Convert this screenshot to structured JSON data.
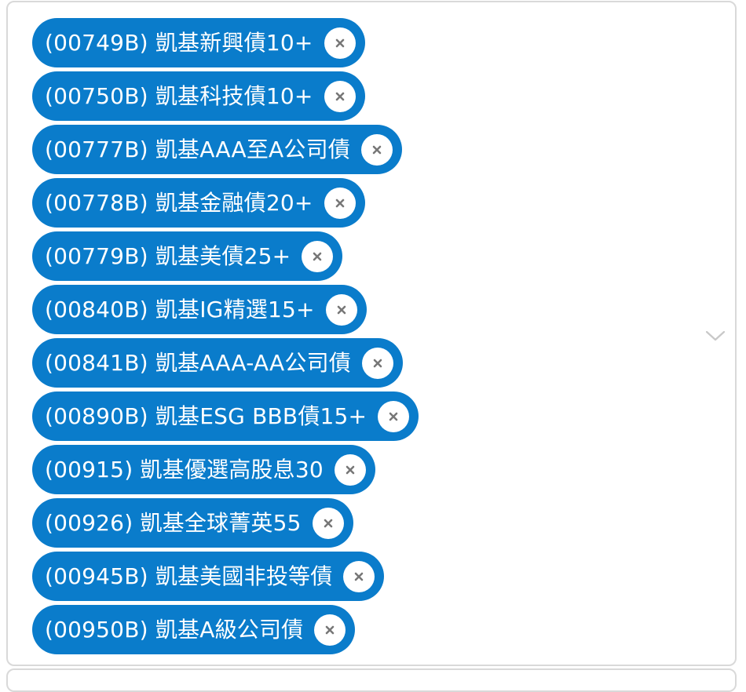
{
  "selected_funds": [
    {
      "label": "(00749B) 凱基新興債10+"
    },
    {
      "label": "(00750B) 凱基科技債10+"
    },
    {
      "label": "(00777B) 凱基AAA至A公司債"
    },
    {
      "label": "(00778B) 凱基金融債20+"
    },
    {
      "label": "(00779B) 凱基美債25+"
    },
    {
      "label": "(00840B) 凱基IG精選15+"
    },
    {
      "label": "(00841B) 凱基AAA-AA公司債"
    },
    {
      "label": "(00890B) 凱基ESG BBB債15+"
    },
    {
      "label": "(00915) 凱基優選高股息30"
    },
    {
      "label": "(00926) 凱基全球菁英55"
    },
    {
      "label": "(00945B) 凱基美國非投等債"
    },
    {
      "label": "(00950B) 凱基A級公司債"
    }
  ],
  "icons": {
    "remove": "close-icon",
    "dropdown": "chevron-down-icon"
  },
  "colors": {
    "tag_background": "#0a7ccb",
    "tag_text": "#ffffff",
    "remove_icon": "#777777",
    "border": "#d9d9d9",
    "chevron": "#c8c8c8"
  }
}
